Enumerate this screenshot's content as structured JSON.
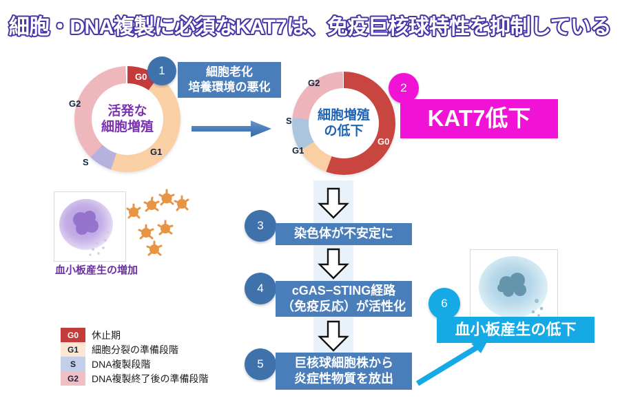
{
  "title": "細胞・DNA複製に必須なKAT7は、免疫巨核球特性を抑制している",
  "colors": {
    "title_outline": "#4634a8",
    "badge_blue": "#3f72ab",
    "badge_magenta": "#f012d5",
    "badge_cyan": "#15a9e5",
    "box_blue": "#4a7ebb",
    "box_magenta": "#f012d5",
    "box_cyan": "#15a9e5",
    "g0": "#c33b3b",
    "g1": "#f9cfa3",
    "s": "#b7b2dd",
    "g2": "#eeb7bc",
    "arrow_blue": "#4a7ebb",
    "arrow_cyan": "#15a9e5",
    "donut1_center_text": "#7b32b0",
    "donut2_center_text": "#1f63b5"
  },
  "cycle_left": {
    "center_line1": "活発な",
    "center_line2": "細胞増殖",
    "segments": [
      {
        "label": "G0",
        "phase": "G0",
        "start_deg": 0,
        "end_deg": 36,
        "color": "#c33b3b",
        "share_pct": 10
      },
      {
        "label": "G1",
        "phase": "G1",
        "start_deg": 36,
        "end_deg": 198,
        "color": "#f9cfa3",
        "share_pct": 45
      },
      {
        "label": "S",
        "phase": "S",
        "start_deg": 198,
        "end_deg": 224,
        "color": "#b7b2dd",
        "share_pct": 7
      },
      {
        "label": "G2",
        "phase": "G2",
        "start_deg": 224,
        "end_deg": 358,
        "color": "#eeb7bc",
        "share_pct": 38
      }
    ]
  },
  "cycle_right": {
    "center_line1": "細胞増殖",
    "center_line2": "の低下",
    "segments": [
      {
        "label": "G0",
        "phase": "G0",
        "start_deg": 0,
        "end_deg": 200,
        "color": "#c9453f",
        "share_pct": 56
      },
      {
        "label": "G1",
        "phase": "G1",
        "start_deg": 200,
        "end_deg": 238,
        "color": "#f9cfa3",
        "share_pct": 11
      },
      {
        "label": "S",
        "phase": "S",
        "start_deg": 238,
        "end_deg": 276,
        "color": "#aac5dc",
        "share_pct": 10
      },
      {
        "label": "G2",
        "phase": "G2",
        "start_deg": 276,
        "end_deg": 359,
        "color": "#edb5bb",
        "share_pct": 23
      }
    ]
  },
  "steps": {
    "one": {
      "number": "1",
      "text_line1": "細胞老化",
      "text_line2": "培養環境の悪化"
    },
    "two": {
      "number": "2",
      "text": "KAT7低下"
    },
    "three": {
      "number": "3",
      "text": "染色体が不安定に"
    },
    "four": {
      "number": "4",
      "text_line1": "cGAS−STING経路",
      "text_line2": "（免疫反応）が活性化"
    },
    "five": {
      "number": "5",
      "text_line1": "巨核球細胞株から",
      "text_line2": "炎症性物質を放出"
    },
    "six": {
      "number": "6",
      "text": "血小板産生の低下"
    }
  },
  "micrograph_left": {
    "caption": "血小板産生の増加"
  },
  "legend": {
    "items": [
      {
        "code": "G0",
        "color": "#c33b3b",
        "text_color": "#ffffff",
        "description": "休止期"
      },
      {
        "code": "G1",
        "color": "#fae6d3",
        "text_color": "#16243d",
        "description": "細胞分裂の準備段階"
      },
      {
        "code": "S",
        "color": "#c3cee8",
        "text_color": "#16243d",
        "description": "DNA複製段階"
      },
      {
        "code": "G2",
        "color": "#f0bfc4",
        "text_color": "#16243d",
        "description": "DNA複製終了後の準備段階"
      }
    ]
  }
}
